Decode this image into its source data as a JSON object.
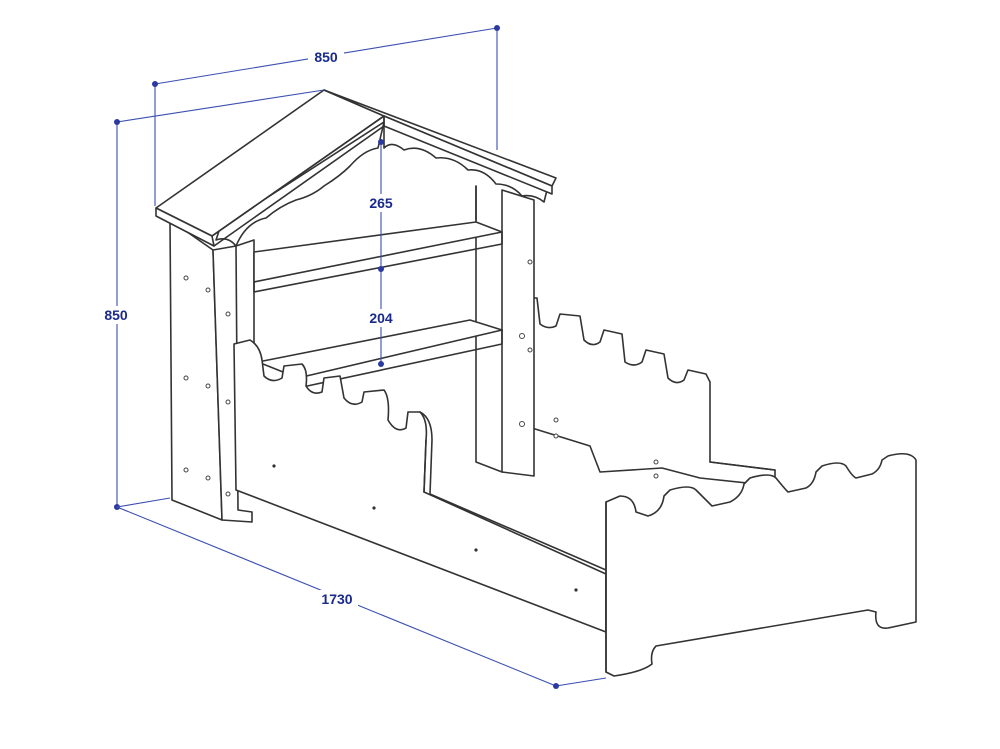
{
  "dimensions": {
    "width": "850",
    "height": "850",
    "length": "1730",
    "shelf_upper": "265",
    "shelf_lower": "204"
  },
  "colors": {
    "dimension_line": "#3a4fb0",
    "dimension_text": "#1a2a8c",
    "outline": "#333333"
  }
}
